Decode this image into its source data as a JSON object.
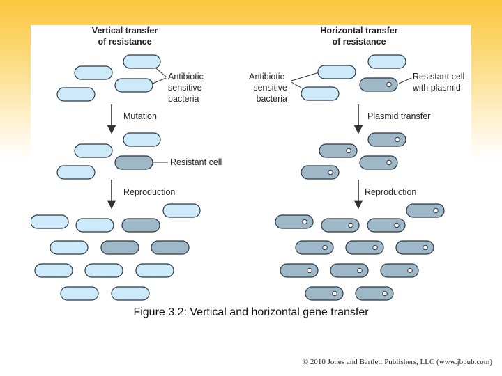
{
  "vertical": {
    "title_line1": "Vertical transfer",
    "title_line2": "of resistance",
    "sensitive_label": [
      "Antibiotic-",
      "sensitive",
      "bacteria"
    ],
    "step1": "Mutation",
    "resistant_label": "Resistant cell",
    "step2": "Reproduction"
  },
  "horizontal": {
    "title_line1": "Horizontal transfer",
    "title_line2": "of resistance",
    "sensitive_label": [
      "Antibiotic-",
      "sensitive",
      "bacteria"
    ],
    "plasmid_label": [
      "Resistant cell",
      "with plasmid"
    ],
    "step1": "Plasmid transfer",
    "step2": "Reproduction"
  },
  "caption": "Figure 3.2: Vertical and horizontal gene transfer",
  "copyright": "© 2010 Jones and Bartlett Publishers, LLC (www.jbpub.com)",
  "colors": {
    "sensitive_cell": "#cdeafb",
    "resistant_cell": "#9fb8c8",
    "cell_outline": "#2a3540",
    "plasmid": "#ffffff"
  }
}
